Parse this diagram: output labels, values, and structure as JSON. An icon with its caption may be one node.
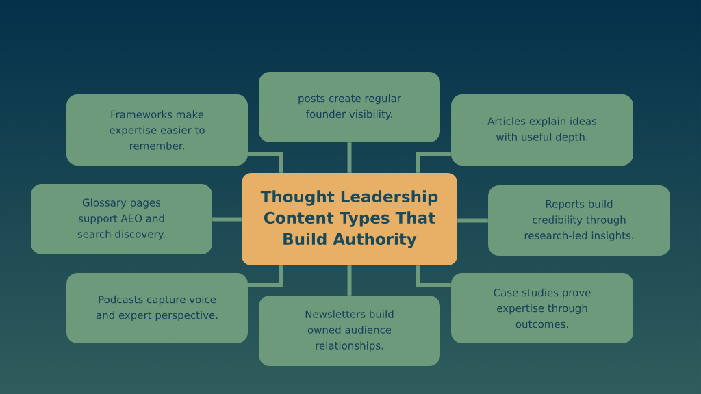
{
  "diagram": {
    "nodes": [
      {
        "text": [
          "Thought Leadership Content Types That Build Authority"
        ]
      },
      {
        "text": [
          "posts create regular founder visibility."
        ]
      },
      {
        "text": [
          "Frameworks make expertise easier to remember."
        ]
      },
      {
        "text": [
          "Articles explain ideas with useful depth."
        ]
      },
      {
        "text": [
          "Glossary pages support AEO and search discovery."
        ]
      },
      {
        "text": [
          "Reports build credibility through research-led insights."
        ]
      },
      {
        "text": [
          "Podcasts capture voice and expert perspective."
        ]
      },
      {
        "text": [
          "Newsletters build owned audience relationships."
        ]
      },
      {
        "text": [
          "Case studies prove expertise through outcomes."
        ]
      }
    ],
    "edges": [
      {
        "from": 0,
        "to": 1,
        "arrow": "none"
      },
      {
        "from": 0,
        "to": 2,
        "arrow": "none"
      },
      {
        "from": 0,
        "to": 3,
        "arrow": "none"
      },
      {
        "from": 0,
        "to": 4,
        "arrow": "none"
      },
      {
        "from": 0,
        "to": 5,
        "arrow": "none"
      },
      {
        "from": 0,
        "to": 6,
        "arrow": "none"
      },
      {
        "from": 0,
        "to": 7,
        "arrow": "none"
      },
      {
        "from": 0,
        "to": 8,
        "arrow": "none"
      }
    ]
  }
}
